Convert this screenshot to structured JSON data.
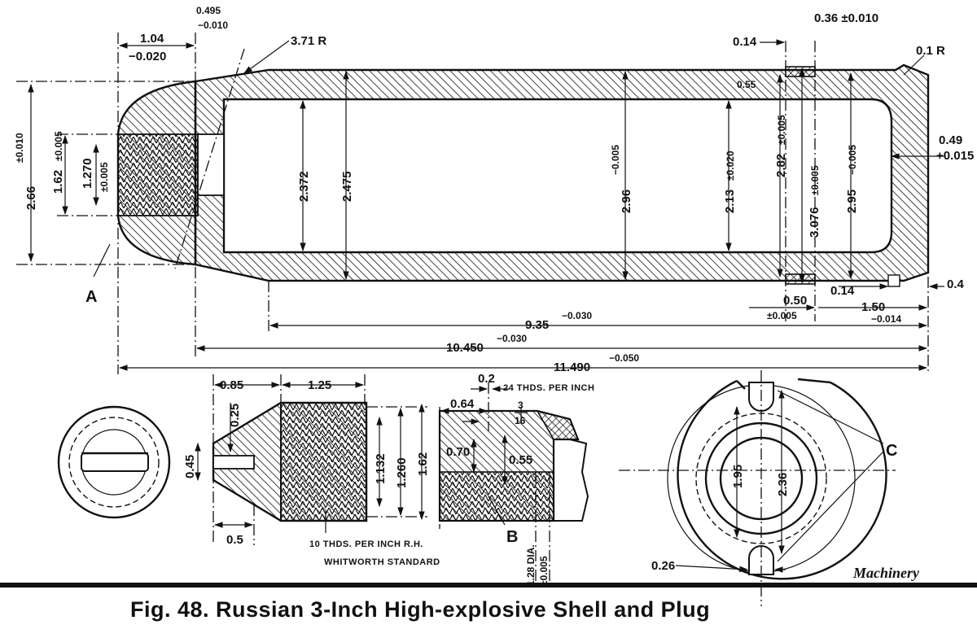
{
  "figure": {
    "caption": "Fig. 48.   Russian 3-Inch High-explosive Shell and Plug",
    "credit": "Machinery"
  },
  "shell_view": {
    "dimensions": {
      "d104": "1.04",
      "d104tol": "−0.020",
      "d0495": "0.495",
      "d0495tol": "−0.010",
      "r371": "3.71 R",
      "d014a": "0.14",
      "d036": "0.36 ±0.010",
      "r01": "0.1 R",
      "d055": "0.55",
      "d266": "2.66",
      "d266tol": "±0.010",
      "d162": "1.62",
      "d162tol": "±0.005",
      "d1270": "1.270",
      "d1270tol": "±0.005",
      "d2372": "2.372",
      "d2475": "2.475",
      "d296": "2.96",
      "d296tol": "−0.005",
      "d213": "2.13",
      "d213tol": "±0.020",
      "d282": "2.82",
      "d282tol": "±0.005",
      "d3076": "3.076",
      "d3076tol": "±0.005",
      "d295": "2.95",
      "d295tol": "−0.005",
      "d049": "0.49",
      "d049tol": "+0.015",
      "d050": "0.50",
      "d050tol": "±0.005",
      "d014b": "0.14",
      "d04": "0.4",
      "d150": "1.50",
      "d150tol": "−0.014",
      "d935": "9.35",
      "d935tol": "−0.030",
      "d10450": "10.450",
      "d10450tol": "−0.030",
      "d11490": "11.490",
      "d11490tol": "−0.050"
    },
    "label_a": "A"
  },
  "plug_view": {
    "dimensions": {
      "d085": "0.85",
      "d125": "1.25",
      "d025": "0.25",
      "d045": "0.45",
      "d1132": "1.132",
      "d1260": "1.260",
      "d162": "1.62",
      "d05": "0.5"
    },
    "thread_note_1": "10 THDS. PER INCH R.H.",
    "thread_note_2": "WHITWORTH STANDARD"
  },
  "detail_view": {
    "dimensions": {
      "d02": "0.2",
      "d064": "0.64",
      "frac_num": "3",
      "frac_den": "16",
      "d070": "0.70",
      "d055": "0.55",
      "d128": "1.28 DIA.",
      "d128tol": "±0.005"
    },
    "thread_note": "24 THDS. PER INCH",
    "label_b": "B"
  },
  "base_view": {
    "dimensions": {
      "d195": "1.95",
      "d236": "2.36",
      "d026": "0.26"
    },
    "label_c": "C"
  }
}
